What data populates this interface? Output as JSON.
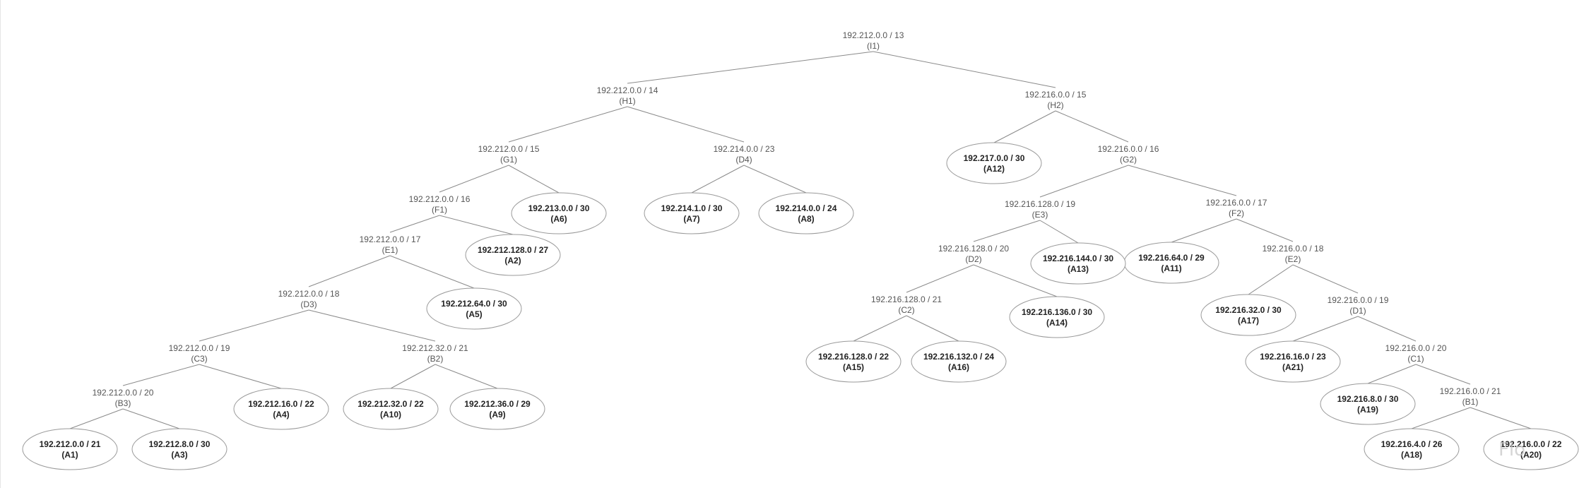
{
  "watermark": "Flo",
  "tree": {
    "nodes": {
      "I1": {
        "addr": "192.212.0.0 / 13",
        "tag": "(I1)",
        "leaf": false
      },
      "H1": {
        "addr": "192.212.0.0 / 14",
        "tag": "(H1)",
        "leaf": false
      },
      "H2": {
        "addr": "192.216.0.0 / 15",
        "tag": "(H2)",
        "leaf": false
      },
      "G1": {
        "addr": "192.212.0.0 / 15",
        "tag": "(G1)",
        "leaf": false
      },
      "D4": {
        "addr": "192.214.0.0 / 23",
        "tag": "(D4)",
        "leaf": false
      },
      "F1": {
        "addr": "192.212.0.0 / 16",
        "tag": "(F1)",
        "leaf": false
      },
      "E1": {
        "addr": "192.212.0.0 / 17",
        "tag": "(E1)",
        "leaf": false
      },
      "D3": {
        "addr": "192.212.0.0 / 18",
        "tag": "(D3)",
        "leaf": false
      },
      "C3": {
        "addr": "192.212.0.0 / 19",
        "tag": "(C3)",
        "leaf": false
      },
      "B3": {
        "addr": "192.212.0.0 / 20",
        "tag": "(B3)",
        "leaf": false
      },
      "B2": {
        "addr": "192.212.32.0 / 21",
        "tag": "(B2)",
        "leaf": false
      },
      "G2": {
        "addr": "192.216.0.0 / 16",
        "tag": "(G2)",
        "leaf": false
      },
      "E3": {
        "addr": "192.216.128.0 / 19",
        "tag": "(E3)",
        "leaf": false
      },
      "F2": {
        "addr": "192.216.0.0 / 17",
        "tag": "(F2)",
        "leaf": false
      },
      "D2": {
        "addr": "192.216.128.0 / 20",
        "tag": "(D2)",
        "leaf": false
      },
      "C2": {
        "addr": "192.216.128.0 / 21",
        "tag": "(C2)",
        "leaf": false
      },
      "E2": {
        "addr": "192.216.0.0 / 18",
        "tag": "(E2)",
        "leaf": false
      },
      "D1": {
        "addr": "192.216.0.0 / 19",
        "tag": "(D1)",
        "leaf": false
      },
      "C1": {
        "addr": "192.216.0.0 / 20",
        "tag": "(C1)",
        "leaf": false
      },
      "B1": {
        "addr": "192.216.0.0 / 21",
        "tag": "(B1)",
        "leaf": false
      },
      "A1": {
        "addr": "192.212.0.0 / 21",
        "tag": "(A1)",
        "leaf": true
      },
      "A2": {
        "addr": "192.212.128.0 / 27",
        "tag": "(A2)",
        "leaf": true
      },
      "A3": {
        "addr": "192.212.8.0 / 30",
        "tag": "(A3)",
        "leaf": true
      },
      "A4": {
        "addr": "192.212.16.0 / 22",
        "tag": "(A4)",
        "leaf": true
      },
      "A5": {
        "addr": "192.212.64.0 / 30",
        "tag": "(A5)",
        "leaf": true
      },
      "A6": {
        "addr": "192.213.0.0 / 30",
        "tag": "(A6)",
        "leaf": true
      },
      "A7": {
        "addr": "192.214.1.0 / 30",
        "tag": "(A7)",
        "leaf": true
      },
      "A8": {
        "addr": "192.214.0.0 / 24",
        "tag": "(A8)",
        "leaf": true
      },
      "A9": {
        "addr": "192.212.36.0 / 29",
        "tag": "(A9)",
        "leaf": true
      },
      "A10": {
        "addr": "192.212.32.0 / 22",
        "tag": "(A10)",
        "leaf": true
      },
      "A11": {
        "addr": "192.216.64.0 / 29",
        "tag": "(A11)",
        "leaf": true
      },
      "A12": {
        "addr": "192.217.0.0 / 30",
        "tag": "(A12)",
        "leaf": true
      },
      "A13": {
        "addr": "192.216.144.0 / 30",
        "tag": "(A13)",
        "leaf": true
      },
      "A14": {
        "addr": "192.216.136.0 / 30",
        "tag": "(A14)",
        "leaf": true
      },
      "A15": {
        "addr": "192.216.128.0 / 22",
        "tag": "(A15)",
        "leaf": true
      },
      "A16": {
        "addr": "192.216.132.0 / 24",
        "tag": "(A16)",
        "leaf": true
      },
      "A17": {
        "addr": "192.216.32.0 / 30",
        "tag": "(A17)",
        "leaf": true
      },
      "A18": {
        "addr": "192.216.4.0 / 26",
        "tag": "(A18)",
        "leaf": true
      },
      "A19": {
        "addr": "192.216.8.0 / 30",
        "tag": "(A19)",
        "leaf": true
      },
      "A20": {
        "addr": "192.216.0.0 / 22",
        "tag": "(A20)",
        "leaf": true
      },
      "A21": {
        "addr": "192.216.16.0 / 23",
        "tag": "(A21)",
        "leaf": true
      }
    },
    "edges": [
      [
        "I1",
        "H1"
      ],
      [
        "I1",
        "H2"
      ],
      [
        "H1",
        "G1"
      ],
      [
        "H1",
        "D4"
      ],
      [
        "G1",
        "F1"
      ],
      [
        "G1",
        "A6"
      ],
      [
        "D4",
        "A7"
      ],
      [
        "D4",
        "A8"
      ],
      [
        "F1",
        "E1"
      ],
      [
        "F1",
        "A2"
      ],
      [
        "E1",
        "D3"
      ],
      [
        "E1",
        "A5"
      ],
      [
        "D3",
        "C3"
      ],
      [
        "D3",
        "B2"
      ],
      [
        "C3",
        "B3"
      ],
      [
        "C3",
        "A4"
      ],
      [
        "B3",
        "A1"
      ],
      [
        "B3",
        "A3"
      ],
      [
        "B2",
        "A10"
      ],
      [
        "B2",
        "A9"
      ],
      [
        "H2",
        "A12"
      ],
      [
        "H2",
        "G2"
      ],
      [
        "G2",
        "E3"
      ],
      [
        "G2",
        "F2"
      ],
      [
        "E3",
        "D2"
      ],
      [
        "E3",
        "A13"
      ],
      [
        "D2",
        "C2"
      ],
      [
        "D2",
        "A14"
      ],
      [
        "C2",
        "A15"
      ],
      [
        "C2",
        "A16"
      ],
      [
        "F2",
        "A11"
      ],
      [
        "F2",
        "E2"
      ],
      [
        "E2",
        "A17"
      ],
      [
        "E2",
        "D1"
      ],
      [
        "D1",
        "A21"
      ],
      [
        "D1",
        "C1"
      ],
      [
        "C1",
        "A19"
      ],
      [
        "C1",
        "B1"
      ],
      [
        "B1",
        "A18"
      ],
      [
        "B1",
        "A20"
      ]
    ]
  }
}
